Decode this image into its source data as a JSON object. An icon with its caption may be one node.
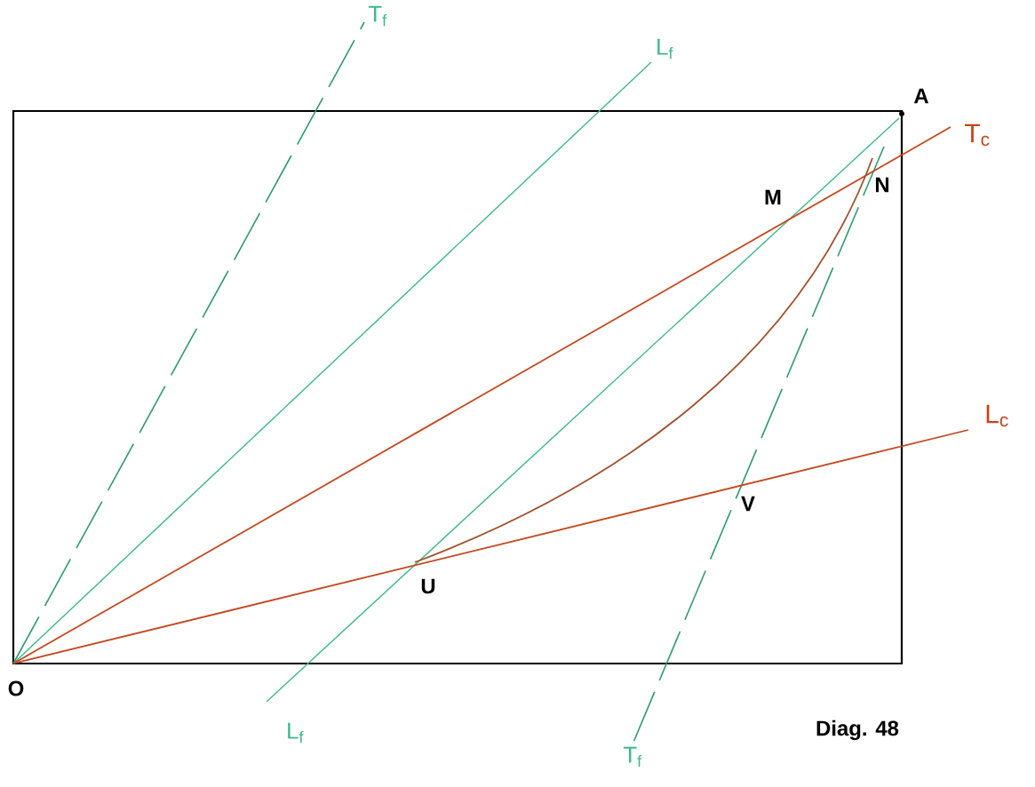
{
  "diagram": {
    "labels": [
      "T$_{f}$",
      "L$_{f}$",
      "A",
      "T$_{c}$",
      "M",
      "N",
      "L$_{c}$",
      "V",
      "U",
      "O",
      "L$_{f}$",
      "T$_{f}$",
      "Diag. 48"
    ]
  }
}
